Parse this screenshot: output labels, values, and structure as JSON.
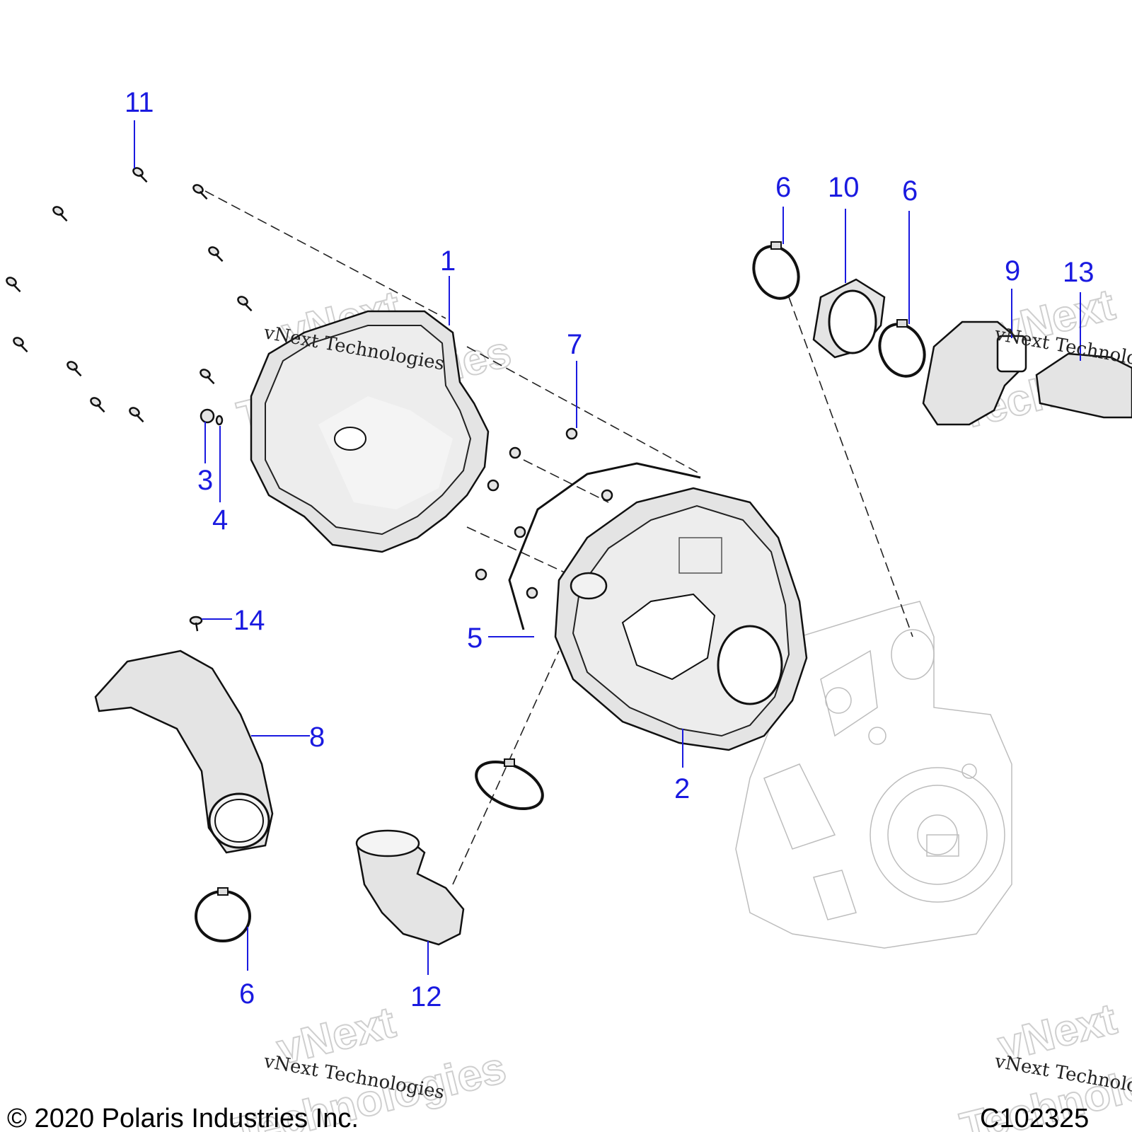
{
  "callouts": {
    "c1": "1",
    "c2": "2",
    "c3": "3",
    "c4": "4",
    "c5": "5",
    "c6_top_left": "6",
    "c6_top_right": "6",
    "c6_bottom": "6",
    "c7": "7",
    "c8": "8",
    "c9": "9",
    "c10": "10",
    "c11": "11",
    "c12": "12",
    "c13": "13",
    "c14": "14"
  },
  "watermark": {
    "brand": "vNext Technologies",
    "brand_word1": "vNext",
    "brand_word2": "Technologies"
  },
  "footer": {
    "copyright": "© 2020 Polaris Industries Inc.",
    "diagram_id": "C102325"
  }
}
